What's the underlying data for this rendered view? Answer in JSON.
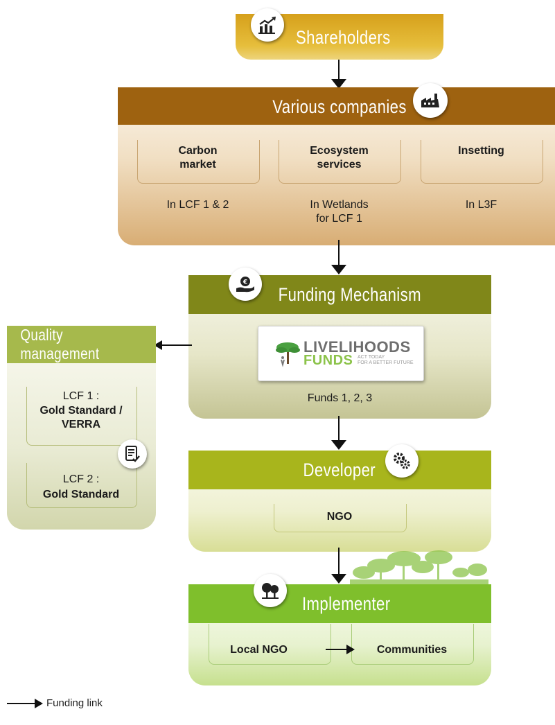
{
  "shareholders": {
    "title": "Shareholders"
  },
  "companies": {
    "title": "Various companies",
    "items": [
      {
        "label": "Carbon\nmarket",
        "note": "In LCF 1 & 2"
      },
      {
        "label": "Ecosystem\nservices",
        "note": "In Wetlands\nfor  LCF 1"
      },
      {
        "label": "Insetting",
        "note": "In L3F"
      }
    ]
  },
  "funding": {
    "title": "Funding Mechanism",
    "logo": {
      "name": "LIVELIHOODS",
      "sub": "FUNDS",
      "tagline_1": "ACT TODAY",
      "tagline_2": "FOR A BETTER FUTURE"
    },
    "note": "Funds 1, 2, 3"
  },
  "quality": {
    "title": "Quality management",
    "items": [
      {
        "prefix": "LCF 1 :",
        "label": "Gold Standard /\nVERRA"
      },
      {
        "prefix": "LCF 2 :",
        "label": "Gold Standard"
      }
    ]
  },
  "developer": {
    "title": "Developer",
    "item": "NGO"
  },
  "implementer": {
    "title": "Implementer",
    "items": [
      "Local NGO",
      "Communities"
    ]
  },
  "legend": {
    "label": "Funding link"
  },
  "colors": {
    "gold": "#d8a524",
    "brown": "#9b5f10",
    "olive": "#7b8418",
    "lime_olive": "#a3b41e",
    "green": "#7fbf2c",
    "quality": "#a4b74a"
  }
}
